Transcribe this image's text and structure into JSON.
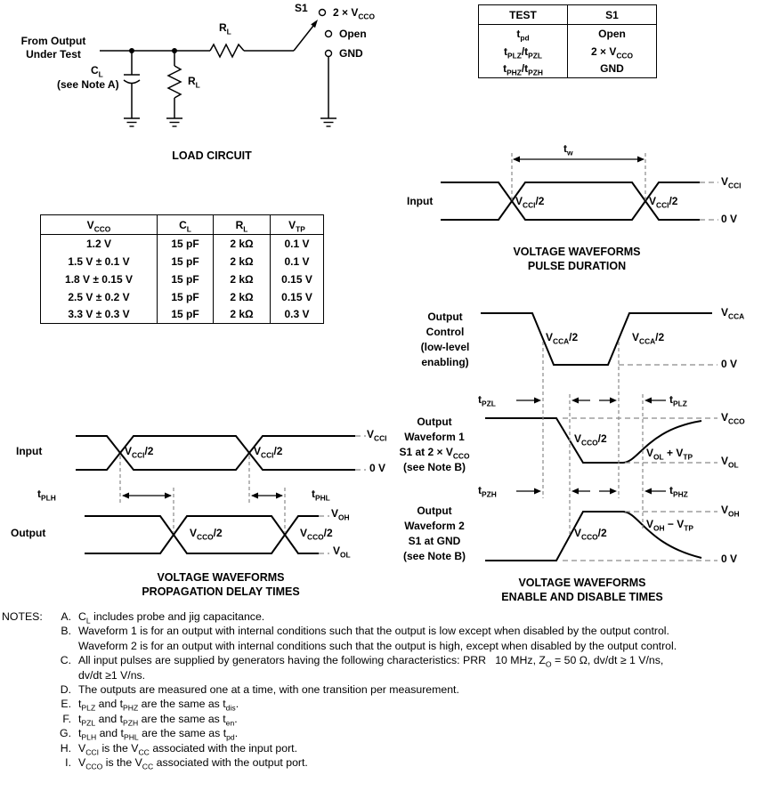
{
  "load_circuit": {
    "source_line1": "From Output",
    "source_line2": "Under Test",
    "cap_label": "C_{L}",
    "cap_note": "(see Note A)",
    "r_series_label": "R_{L}",
    "r_shunt_label": "R_{L}",
    "switch_label": "S1",
    "pos_vcco": "2 × V_{CCO}",
    "pos_open": "Open",
    "pos_gnd": "GND",
    "caption": "LOAD CIRCUIT"
  },
  "test_table": {
    "col1_header": "TEST",
    "col2_header": "S1",
    "rows": [
      {
        "test": "t_{pd}",
        "s1": "Open"
      },
      {
        "test": "t_{PLZ}/t_{PZL}",
        "s1": "2 × V_{CCO}"
      },
      {
        "test": "t_{PHZ}/t_{PZH}",
        "s1": "GND"
      }
    ]
  },
  "load_table": {
    "headers": [
      "V_{CCO}",
      "C_{L}",
      "R_{L}",
      "V_{TP}"
    ],
    "rows": [
      [
        "1.2 V",
        "15 pF",
        "2 kΩ",
        "0.1 V"
      ],
      [
        "1.5 V ± 0.1 V",
        "15 pF",
        "2 kΩ",
        "0.1 V"
      ],
      [
        "1.8 V ± 0.15 V",
        "15 pF",
        "2 kΩ",
        "0.15 V"
      ],
      [
        "2.5 V ± 0.2 V",
        "15 pF",
        "2 kΩ",
        "0.15 V"
      ],
      [
        "3.3 V ± 0.3 V",
        "15 pF",
        "2 kΩ",
        "0.3 V"
      ]
    ]
  },
  "pulse_duration": {
    "input_label": "Input",
    "tw": "t_{w}",
    "cross_left": "V_{CCI}/2",
    "cross_right": "V_{CCI}/2",
    "rail_high": "V_{CCI}",
    "rail_low": "0 V",
    "caption_line1": "VOLTAGE WAVEFORMS",
    "caption_line2": "PULSE DURATION"
  },
  "prop_delay": {
    "input_label": "Input",
    "output_label": "Output",
    "in_cross_left": "V_{CCI}/2",
    "in_cross_right": "V_{CCI}/2",
    "out_cross_left": "V_{CCO}/2",
    "out_cross_right": "V_{CCO}/2",
    "in_rail_high": "V_{CCI}",
    "in_rail_low": "0 V",
    "out_rail_high": "V_{OH}",
    "out_rail_low": "V_{OL}",
    "t_plh": "t_{PLH}",
    "t_phl": "t_{PHL}",
    "caption_line1": "VOLTAGE WAVEFORMS",
    "caption_line2": "PROPAGATION DELAY TIMES"
  },
  "enable_disable": {
    "control_label_lines": [
      "Output",
      "Control",
      "(low-level",
      "enabling)"
    ],
    "wave1_label_lines": [
      "Output",
      "Waveform 1",
      "S1 at 2 × V_{CCO}",
      "(see Note B)"
    ],
    "wave2_label_lines": [
      "Output",
      "Waveform 2",
      "S1 at GND",
      "(see Note B)"
    ],
    "control_cross_left": "V_{CCA}/2",
    "control_cross_right": "V_{CCA}/2",
    "wave1_cross": "V_{CCO}/2",
    "wave2_cross": "V_{CCO}/2",
    "wave1_threshold": "V_{OL} + V_{TP}",
    "wave2_threshold": "V_{OH} − V_{TP}",
    "control_rail_high": "V_{CCA}",
    "control_rail_low": "0 V",
    "wave1_rail_high": "V_{CCO}",
    "wave1_rail_low": "V_{OL}",
    "wave2_rail_high": "V_{OH}",
    "wave2_rail_low": "0 V",
    "t_pzl": "t_{PZL}",
    "t_plz": "t_{PLZ}",
    "t_pzh": "t_{PZH}",
    "t_phz": "t_{PHZ}",
    "caption_line1": "VOLTAGE WAVEFORMS",
    "caption_line2": "ENABLE AND DISABLE TIMES"
  },
  "notes": {
    "heading": "NOTES:",
    "items": [
      {
        "letter": "A.",
        "lines": [
          "C_{L} includes probe and jig capacitance."
        ]
      },
      {
        "letter": "B.",
        "lines": [
          "Waveform 1 is for an output with internal conditions such that the output is low except when disabled by the output control.",
          "Waveform 2 is for an output with internal conditions such that the output is high, except when disabled by the output control."
        ]
      },
      {
        "letter": "C.",
        "lines": [
          "All input pulses are supplied by generators having the following characteristics: PRR   10 MHz, Z_{O} = 50 Ω, dv/dt ≥ 1 V/ns,",
          "dv/dt ≥1 V/ns."
        ]
      },
      {
        "letter": "D.",
        "lines": [
          "The outputs are measured one at a time, with one transition per measurement."
        ]
      },
      {
        "letter": "E.",
        "lines": [
          "t_{PLZ} and t_{PHZ} are the same as t_{dis}."
        ]
      },
      {
        "letter": "F.",
        "lines": [
          "t_{PZL} and t_{PZH} are the same as t_{en}."
        ]
      },
      {
        "letter": "G.",
        "lines": [
          "t_{PLH} and t_{PHL} are the same as t_{pd}."
        ]
      },
      {
        "letter": "H.",
        "lines": [
          "V_{CCI} is the V_{CC} associated with the input port."
        ]
      },
      {
        "letter": "I.",
        "lines": [
          "V_{CCO} is the V_{CC} associated with the output port."
        ]
      }
    ]
  }
}
